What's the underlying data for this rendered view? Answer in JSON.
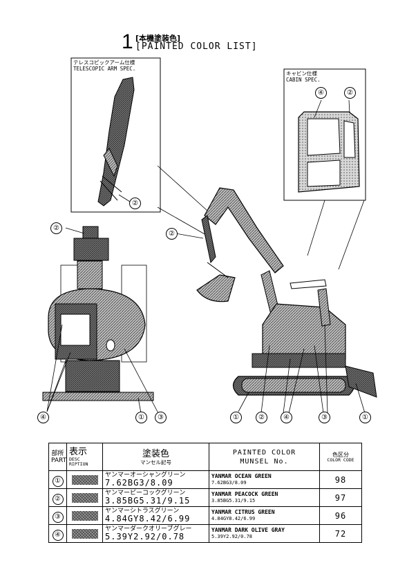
{
  "header": {
    "page_number": "1",
    "title_jp": "[本機塗装色]",
    "title_en": "[PAINTED COLOR LIST]"
  },
  "telescopic_inset": {
    "label_jp": "テレスコピックアーム仕様",
    "label_en": "TELESCOPIC ARM SPEC.",
    "callouts": [
      "②"
    ]
  },
  "cabin_inset": {
    "label_jp": "キャビン仕様",
    "label_en": "CABIN SPEC.",
    "callouts": [
      "④",
      "②"
    ]
  },
  "front_view": {
    "callouts_top": [
      "②"
    ],
    "callouts_bottom": [
      "④",
      "①",
      "③"
    ]
  },
  "side_view": {
    "callouts_top": [
      "②"
    ],
    "callouts_bottom": [
      "①",
      "②",
      "④",
      "③",
      "①"
    ]
  },
  "color_table": {
    "headers": {
      "part_jp": "部所",
      "part_en": "PART",
      "desc_jp": "表示",
      "desc_en": "DESC RIPTION",
      "painted_jp": "塗装色",
      "painted_jp_sub": "マンセル記号",
      "painted_en": "PAINTED COLOR",
      "munsell_en": "MUNSEL No.",
      "code_jp": "色区分",
      "code_en": "COLOR CODE"
    },
    "rows": [
      {
        "part": "①",
        "name_jp": "ヤンマーオーシャングリーン",
        "munsell": "7.62BG3/8.09",
        "name_en": "YANMAR OCEAN GREEN",
        "munsell_en": "7.62BG3/8.09",
        "code": "98"
      },
      {
        "part": "②",
        "name_jp": "ヤンマーピーコックグリーン",
        "munsell": "3.85BG5.31/9.15",
        "name_en": "YANMAR PEACOCK GREEN",
        "munsell_en": "3.85BG5.31/9.15",
        "code": "97"
      },
      {
        "part": "③",
        "name_jp": "ヤンマーシトラスグリーン",
        "munsell": "4.84GY8.42/6.99",
        "name_en": "YANMAR CITRUS GREEN",
        "munsell_en": "4.84GY8.42/6.99",
        "code": "96"
      },
      {
        "part": "④",
        "name_jp": "ヤンマーダークオリーブグレー",
        "munsell": "5.39Y2.92/0.78",
        "name_en": "YANMAR DARK OLIVE GRAY",
        "munsell_en": "5.39Y2.92/0.78",
        "code": "72"
      }
    ]
  }
}
